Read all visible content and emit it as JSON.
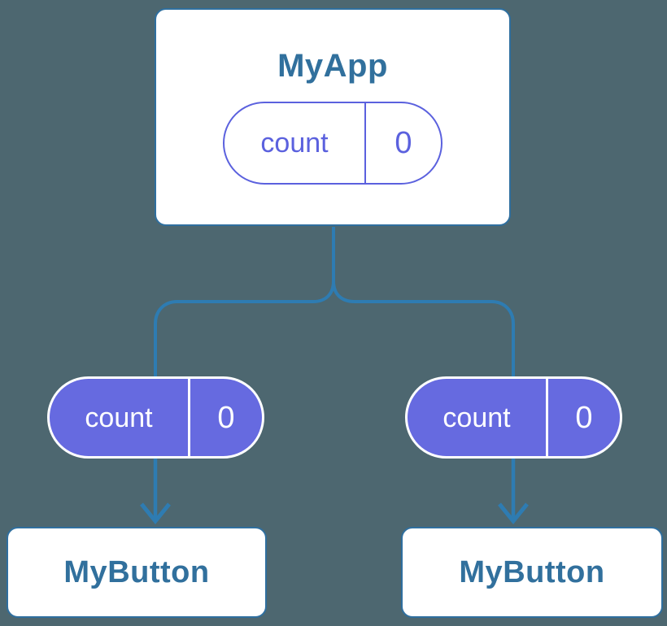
{
  "colors": {
    "background": "#4d6770",
    "node_fill": "#ffffff",
    "node_border": "#2f6f9f",
    "node_text": "#31709d",
    "connector": "#2e7cb2",
    "state_pill_outline": "#5b61de",
    "prop_pill_fill": "#666ae0",
    "prop_pill_text": "#ffffff"
  },
  "root_node": {
    "label": "MyApp",
    "state": {
      "name": "count",
      "value": "0"
    }
  },
  "children": [
    {
      "label": "MyButton",
      "prop": {
        "name": "count",
        "value": "0"
      }
    },
    {
      "label": "MyButton",
      "prop": {
        "name": "count",
        "value": "0"
      }
    }
  ]
}
